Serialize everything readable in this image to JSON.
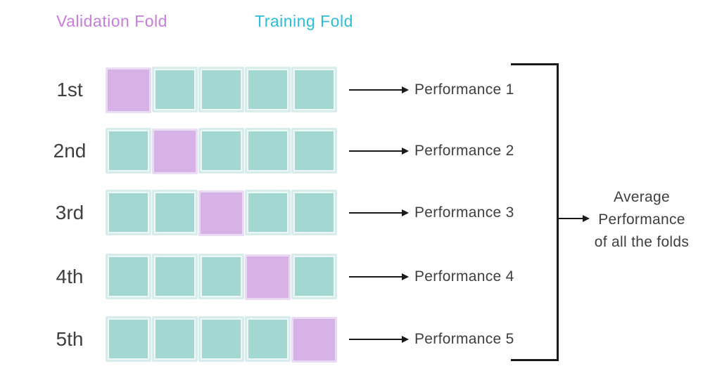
{
  "legend": {
    "validation_label": "Validation Fold",
    "training_label": "Training Fold"
  },
  "colors": {
    "validation_text": "#c77edd",
    "training_text": "#2cbdd8",
    "validation_fill": "#d6b2e6",
    "validation_border": "#eadaf4",
    "training_fill": "#a3d8d2",
    "training_border": "#d8edeb",
    "text": "#3f3f3f",
    "line": "#1a1a1a"
  },
  "diagram": {
    "rows": [
      {
        "label": "1st",
        "cells": [
          "validation",
          "training",
          "training",
          "training",
          "training"
        ],
        "performance": "Performance 1"
      },
      {
        "label": "2nd",
        "cells": [
          "training",
          "validation",
          "training",
          "training",
          "training"
        ],
        "performance": "Performance 2"
      },
      {
        "label": "3rd",
        "cells": [
          "training",
          "training",
          "validation",
          "training",
          "training"
        ],
        "performance": "Performance 3"
      },
      {
        "label": "4th",
        "cells": [
          "training",
          "training",
          "training",
          "validation",
          "training"
        ],
        "performance": "Performance 4"
      },
      {
        "label": "5th",
        "cells": [
          "training",
          "training",
          "training",
          "training",
          "validation"
        ],
        "performance": "Performance 5"
      }
    ]
  },
  "summary": {
    "lines": [
      "Average",
      "Performance",
      "of all the folds"
    ]
  }
}
